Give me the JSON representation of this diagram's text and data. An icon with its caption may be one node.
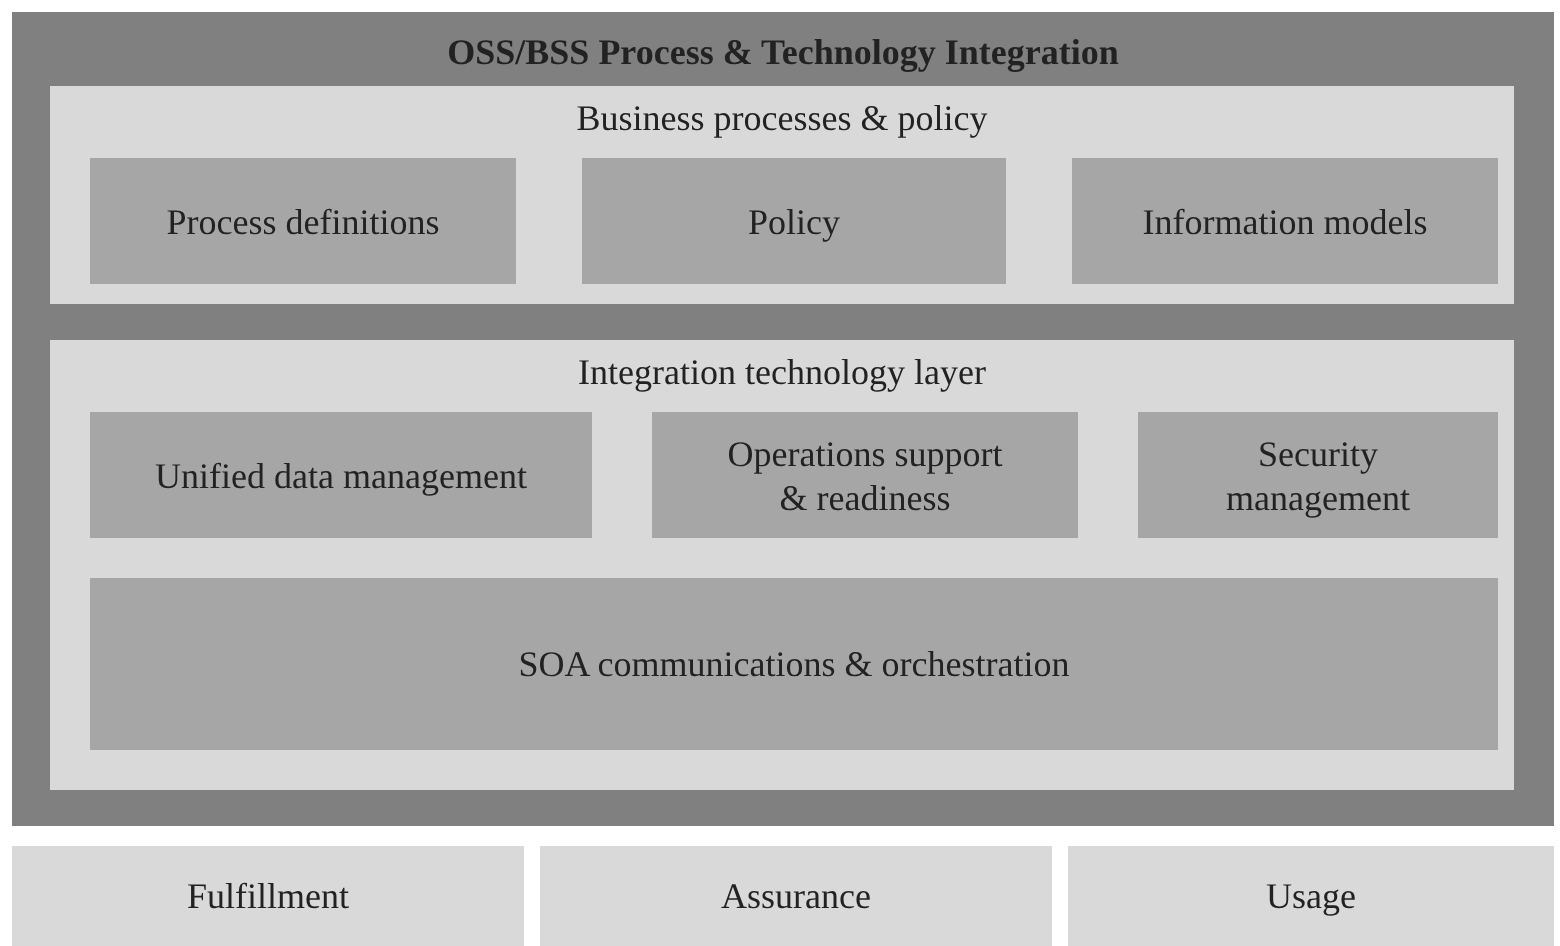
{
  "diagram": {
    "nodes": [
      {
        "text": [
          "OSS/BSS Process & Technology Integration"
        ]
      },
      {
        "text": [
          "Business processes & policy"
        ],
        "in": 0
      },
      {
        "text": [
          "Process definitions"
        ],
        "in": 1
      },
      {
        "text": [
          "Policy"
        ],
        "in": 1
      },
      {
        "text": [
          "Information models"
        ],
        "in": 1
      },
      {
        "text": [
          "Integration technology layer"
        ],
        "in": 0
      },
      {
        "text": [
          "Unified data management"
        ],
        "in": 5
      },
      {
        "text": [
          "Operations support & readiness"
        ],
        "in": 5
      },
      {
        "text": [
          "Security management"
        ],
        "in": 5
      },
      {
        "text": [
          "SOA communications & orchestration"
        ],
        "in": 5
      },
      {
        "text": [
          "Fulfillment"
        ]
      },
      {
        "text": [
          "Assurance"
        ]
      },
      {
        "text": [
          "Usage"
        ]
      }
    ]
  }
}
